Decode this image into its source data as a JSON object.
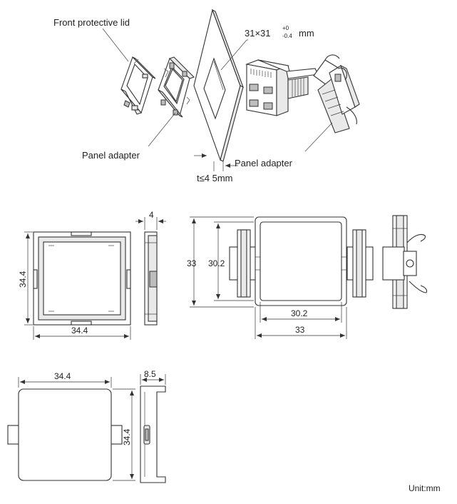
{
  "labels": {
    "front_protective_lid": "Front protective lid",
    "panel_adapter_left": "Panel adapter",
    "panel_adapter_right": "Panel adapter",
    "cutout_prefix": "31×31",
    "cutout_tol_upper": "+0",
    "cutout_tol_lower": "-0.4",
    "cutout_unit": "mm",
    "panel_thickness": "t≤4  5mm",
    "unit": "Unit:mm"
  },
  "dimensions": {
    "lid_height": "34.4",
    "lid_width": "34.4",
    "lid_depth": "4",
    "adapter_outer_height": "33",
    "adapter_inner_height": "30.2",
    "adapter_inner_width": "30.2",
    "adapter_outer_width": "33",
    "cover_width": "34.4",
    "cover_height": "34.4",
    "cover_depth": "8.5"
  }
}
